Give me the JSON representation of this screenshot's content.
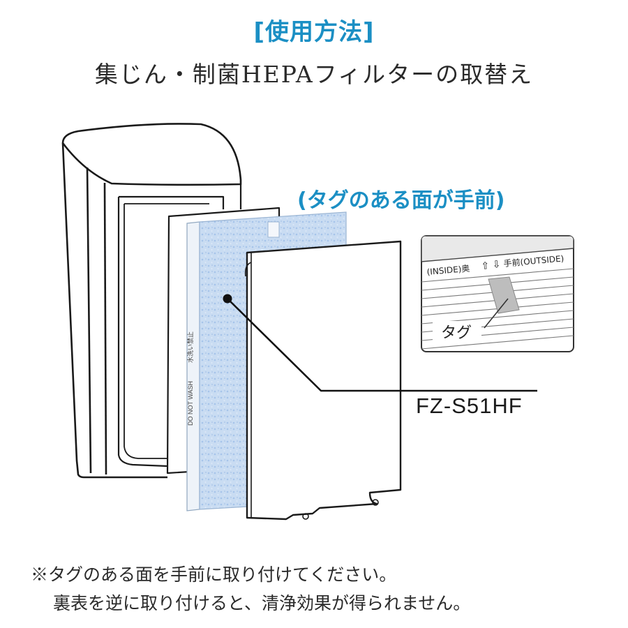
{
  "title": "[使用方法]",
  "subtitle": "集じん・制菌HEPAフィルターの取替え",
  "callout": {
    "tag_face": "(タグのある面が手前)",
    "model": "FZ-S51HF"
  },
  "filter_side_text": {
    "wash": "DO NOT WASH",
    "jp": "水洗い禁止"
  },
  "inset": {
    "inside_label": "(INSIDE)奥",
    "outside_label": "手前(OUTSIDE)",
    "tag_label": "タグ"
  },
  "notes": {
    "line1": "※タグのある面を手前に取り付けてください。",
    "line2": "裏表を逆に取り付けると、清浄効果が得られません。"
  },
  "colors": {
    "accent": "#1b8fc4",
    "filter_fill": "#c5daf1",
    "tag_gray": "#bdbdbd",
    "line": "#1a1a1a"
  }
}
